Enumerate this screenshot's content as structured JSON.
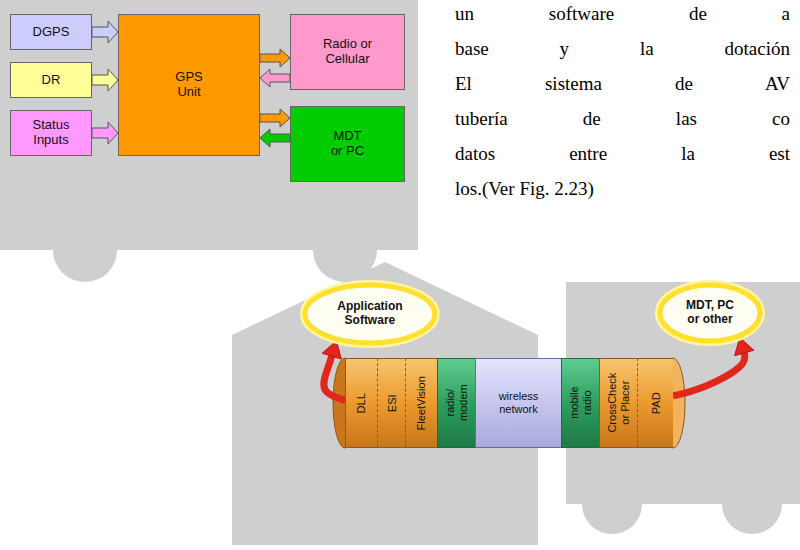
{
  "diagram": {
    "nodes": [
      {
        "text": [
          "DGPS"
        ]
      },
      {
        "text": [
          "DR"
        ]
      },
      {
        "text": [
          "Status Inputs"
        ]
      },
      {
        "text": [
          "GPS Unit"
        ]
      },
      {
        "text": [
          "Radio or Cellular"
        ]
      },
      {
        "text": [
          "MDT or PC"
        ]
      },
      {
        "text": [
          "Application Software"
        ]
      },
      {
        "text": [
          "MDT, PC or other"
        ]
      },
      {
        "text": [
          "DLL"
        ]
      },
      {
        "text": [
          "ESI"
        ]
      },
      {
        "text": [
          "FleetVision"
        ]
      },
      {
        "text": [
          "radio/ modem"
        ]
      },
      {
        "text": [
          "wireless network"
        ]
      },
      {
        "text": [
          "mobile radio"
        ]
      },
      {
        "text": [
          "CrossCheck or Placer"
        ]
      },
      {
        "text": [
          "PAD"
        ]
      }
    ],
    "edges": [
      {
        "from": 0,
        "to": 3,
        "arrow": "to"
      },
      {
        "from": 1,
        "to": 3,
        "arrow": "to"
      },
      {
        "from": 2,
        "to": 3,
        "arrow": "to"
      },
      {
        "from": 3,
        "to": 4,
        "arrow": "both"
      },
      {
        "from": 3,
        "to": 5,
        "arrow": "both"
      },
      {
        "from": 8,
        "to": 6,
        "arrow": "to"
      },
      {
        "from": 15,
        "to": 7,
        "arrow": "to"
      }
    ],
    "labels": [
      "un software de a",
      "base y la dotación",
      "El sistema de AV",
      "tubería de las co",
      "datos entre la est",
      "los.(Ver Fig. 2.23)"
    ]
  }
}
